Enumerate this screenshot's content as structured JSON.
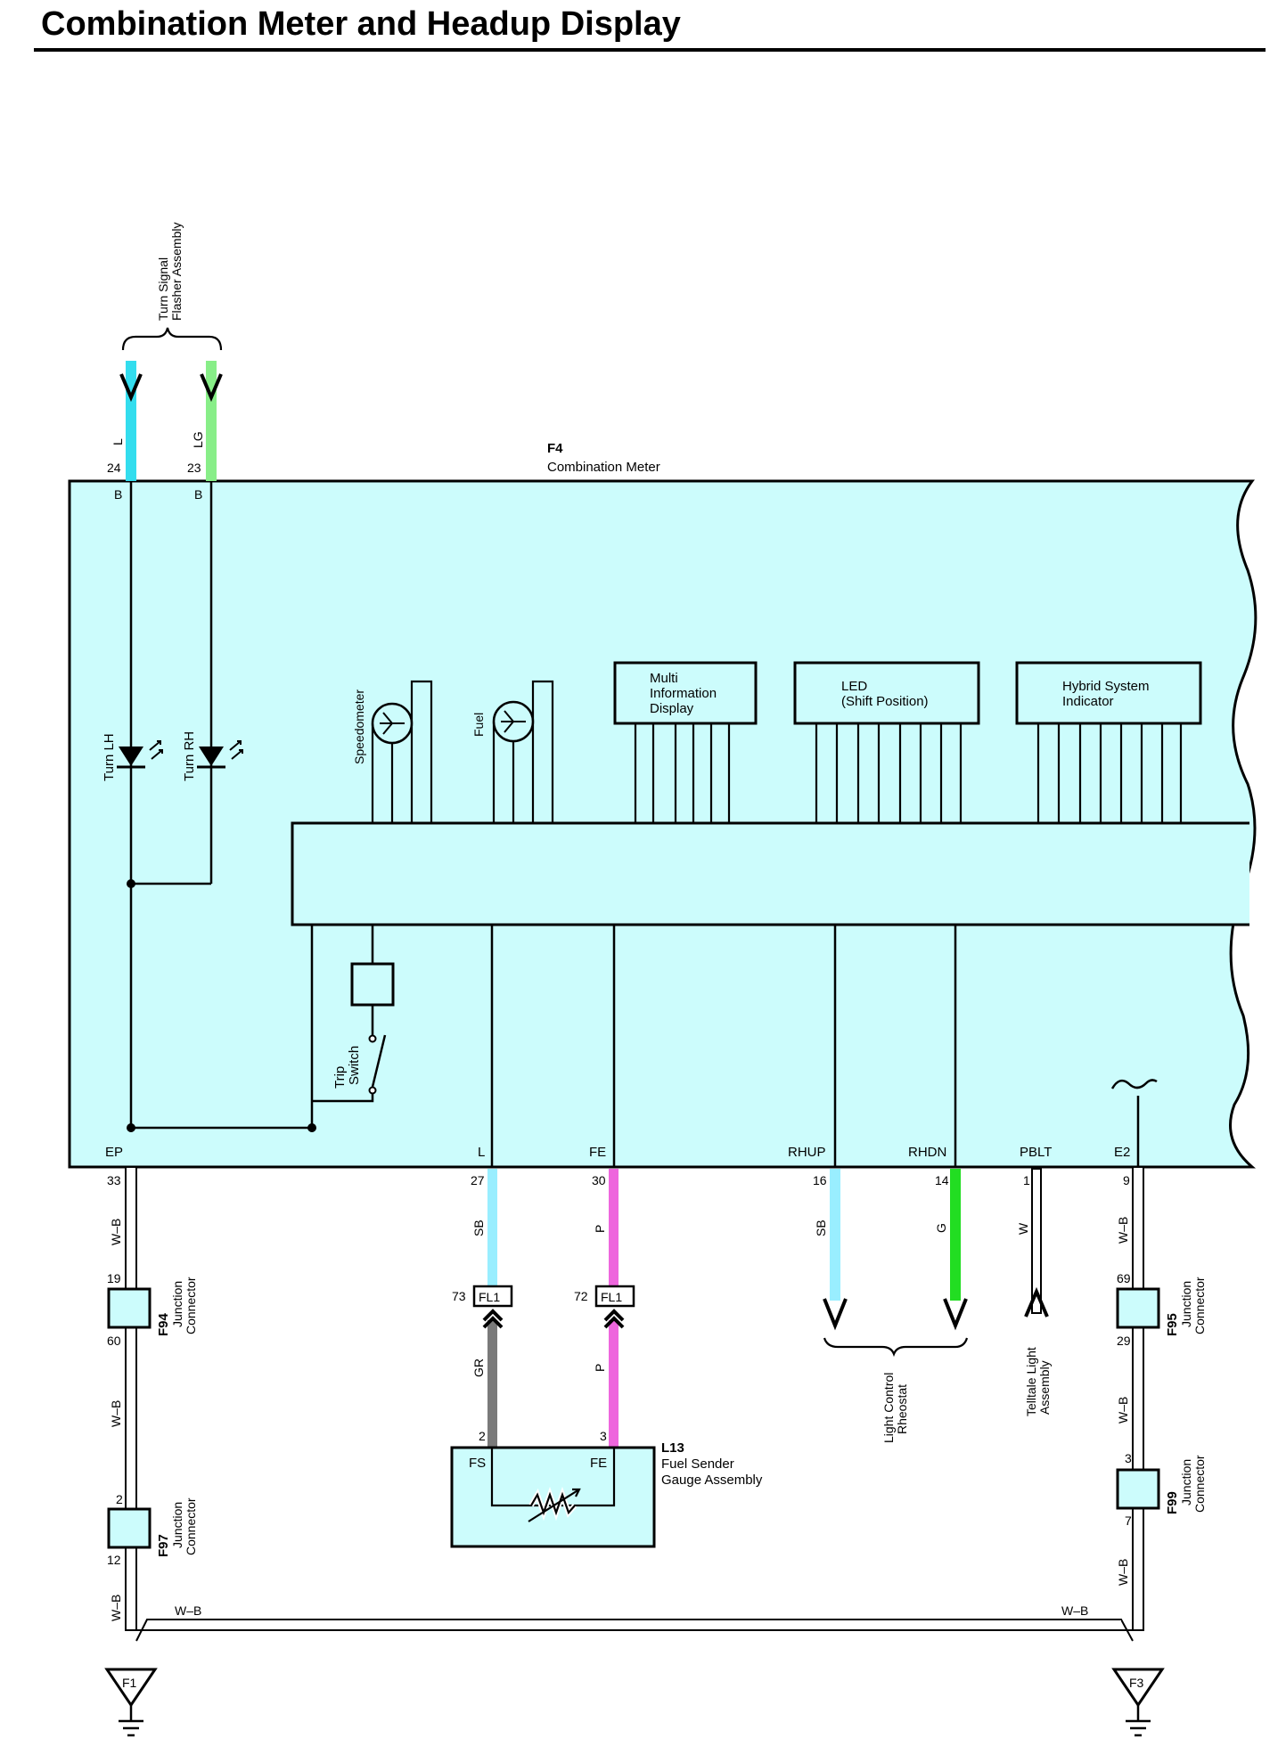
{
  "title": "Combination Meter and Headup Display",
  "colors": {
    "meter_fill": "#ccfcfc",
    "wire_L": "#33ddee",
    "wire_LG": "#88ee88",
    "wire_SB": "#99eeff",
    "wire_P": "#ee66dd",
    "wire_G": "#22dd22",
    "wire_GR": "#7a7a7a",
    "wire_WB": "#ffffff"
  },
  "icons": [
    "led-icon",
    "gauge-icon",
    "switch-icon",
    "ground-icon",
    "tilde-icon",
    "connector-arrow-icon"
  ],
  "top_group_label": [
    "Turn Signal",
    "Flasher Assembly"
  ],
  "meter": {
    "id": "F4",
    "name": "Combination Meter",
    "top_pins": [
      {
        "wire": "L",
        "num": "24",
        "term": "B"
      },
      {
        "wire": "LG",
        "num": "23",
        "term": "B"
      }
    ],
    "leds": [
      "Turn LH",
      "Turn RH"
    ],
    "gauges": [
      "Speedometer",
      "Fuel"
    ],
    "modules": [
      [
        "Multi",
        "Information",
        "Display"
      ],
      [
        "LED",
        "(Shift Position)"
      ],
      [
        "Hybrid System",
        "Indicator"
      ]
    ],
    "trip_switch": [
      "Trip",
      "Switch"
    ],
    "bottom_terms": [
      "EP",
      "L",
      "FE",
      "RHUP",
      "RHDN",
      "PBLT",
      "E2"
    ]
  },
  "bottom_pins": [
    {
      "num": "33",
      "wire": "W–B"
    },
    {
      "num": "27",
      "wire": "SB"
    },
    {
      "num": "30",
      "wire": "P"
    },
    {
      "num": "16",
      "wire": "SB"
    },
    {
      "num": "14",
      "wire": "G"
    },
    {
      "num": "1",
      "wire": "W"
    },
    {
      "num": "9",
      "wire": "W–B"
    }
  ],
  "junctions": [
    {
      "id": "F94",
      "name": [
        "Junction",
        "Connector"
      ],
      "top": "19",
      "bottom": "60"
    },
    {
      "id": "F97",
      "name": [
        "Junction",
        "Connector"
      ],
      "top": "2",
      "bottom": "12"
    },
    {
      "id": "F95",
      "name": [
        "Junction",
        "Connector"
      ],
      "top": "69",
      "bottom": "29"
    },
    {
      "id": "F99",
      "name": [
        "Junction",
        "Connector"
      ],
      "top": "3",
      "bottom": "7"
    }
  ],
  "fl1": [
    {
      "pin": "73",
      "label": "FL1",
      "wire_below": "GR"
    },
    {
      "pin": "72",
      "label": "FL1",
      "wire_below": "P"
    }
  ],
  "fuel_sender": {
    "id": "L13",
    "name": [
      "Fuel Sender",
      "Gauge Assembly"
    ],
    "pins": [
      {
        "num": "2",
        "term": "FS"
      },
      {
        "num": "3",
        "term": "FE"
      }
    ]
  },
  "light_control": [
    "Light Control",
    "Rheostat"
  ],
  "telltale": [
    "Telltale Light",
    "Assembly"
  ],
  "wb_labels": [
    "W–B",
    "W–B",
    "W–B",
    "W–B",
    "W–B",
    "W–B",
    "W–B",
    "W–B"
  ],
  "grounds": [
    "F1",
    "F3"
  ]
}
